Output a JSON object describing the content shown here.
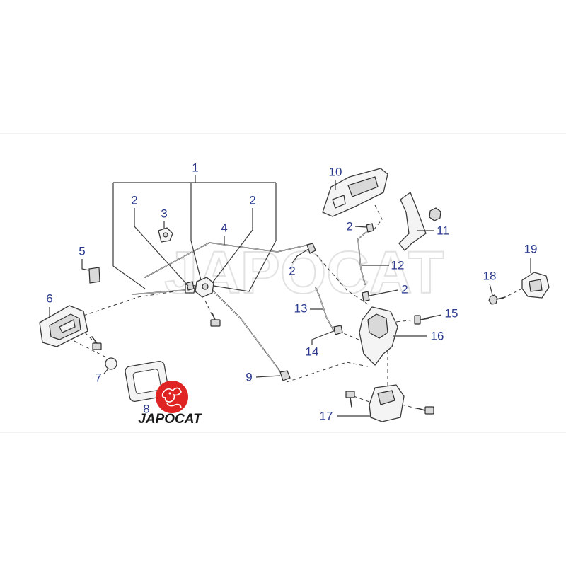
{
  "diagram": {
    "callouts": [
      {
        "label": "1"
      },
      {
        "label": "2"
      },
      {
        "label": "2"
      },
      {
        "label": "3"
      },
      {
        "label": "4"
      },
      {
        "label": "5"
      },
      {
        "label": "10"
      },
      {
        "label": "2"
      },
      {
        "label": "11"
      },
      {
        "label": "12"
      },
      {
        "label": "2"
      },
      {
        "label": "2"
      },
      {
        "label": "19"
      },
      {
        "label": "18"
      },
      {
        "label": "6"
      },
      {
        "label": "13"
      },
      {
        "label": "15"
      },
      {
        "label": "16"
      },
      {
        "label": "14"
      },
      {
        "label": "7"
      },
      {
        "label": "9"
      },
      {
        "label": "8"
      },
      {
        "label": "17"
      }
    ]
  },
  "watermark": "JAPOCAT",
  "logo": {
    "text": "JAPOCAT"
  },
  "colors": {
    "callout": "#2b3a8f",
    "line": "#3a3a3a",
    "logo": "#e02424"
  }
}
